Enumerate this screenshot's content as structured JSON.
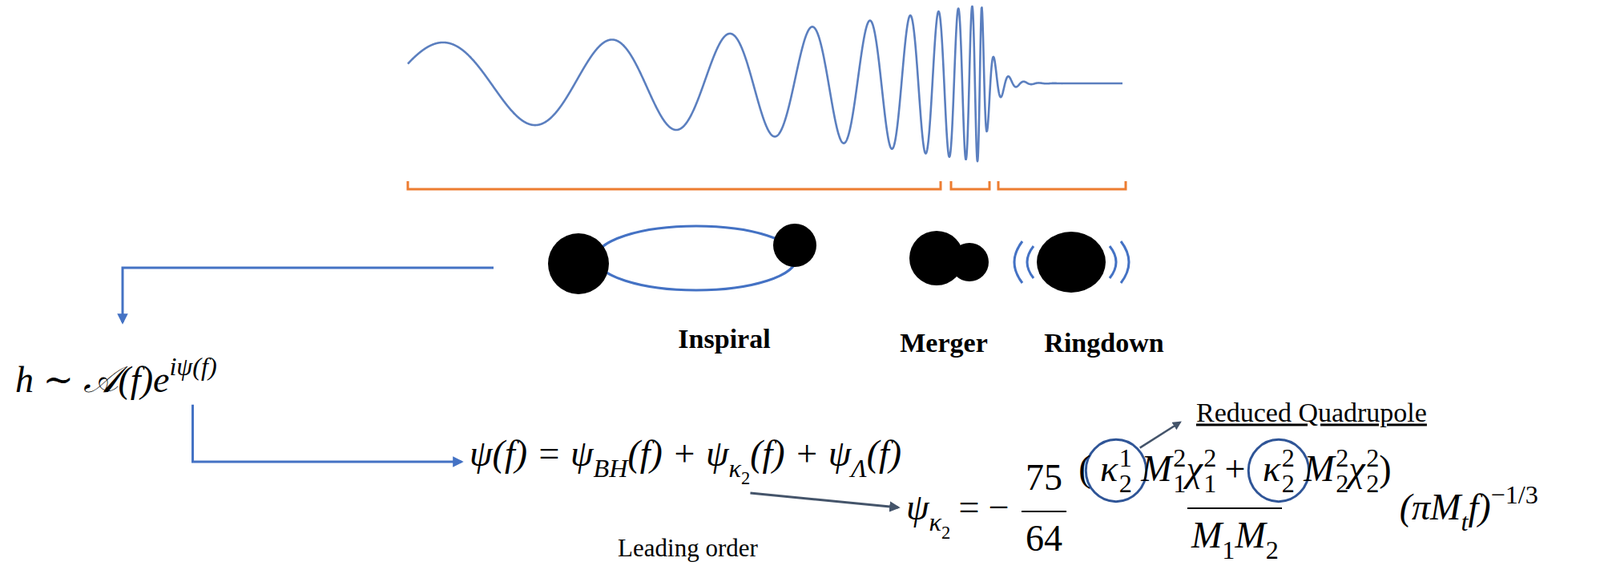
{
  "diagram": {
    "nodes": [
      {
        "text": [
          "h ∼ 𝒜(f)e",
          "iψ(f)"
        ]
      },
      {
        "text": [
          "ψ(f) = ψ",
          "BH",
          "(f) + ψ",
          "κ",
          "2",
          "(f) + ψ",
          "Λ",
          "(f)"
        ]
      },
      {
        "text": [
          "ψ",
          "κ",
          "2",
          "= −",
          "75",
          "64",
          "(",
          "κ",
          "1",
          "2",
          "M",
          "2",
          "1",
          "χ",
          "2",
          "1",
          "+",
          "κ",
          "2",
          "2",
          "M",
          "2",
          "2",
          "χ",
          "2",
          "2",
          ")",
          "M",
          "1",
          "M",
          "2",
          "(πM",
          "t",
          "f)",
          "−1/3"
        ]
      }
    ],
    "edges": [
      {
        "from": 0,
        "to": 1,
        "arrow": "to"
      },
      {
        "from": 1,
        "to": 2,
        "arrow": "to",
        "label": "Leading order"
      }
    ],
    "labels": [
      "Inspiral",
      "Merger",
      "Ringdown",
      "Reduced Quadrupole"
    ]
  }
}
